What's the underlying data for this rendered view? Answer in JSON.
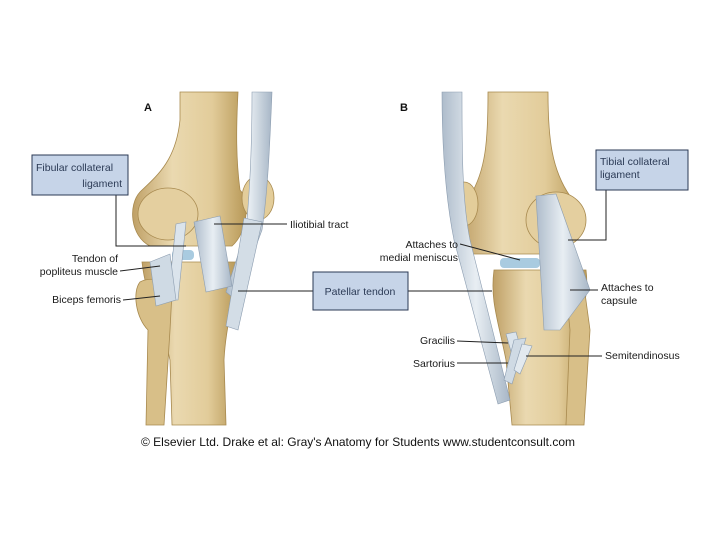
{
  "panels": {
    "a": "A",
    "b": "B"
  },
  "labels": {
    "fibular_collateral_1": "Fibular collateral",
    "fibular_collateral_2": "ligament",
    "tendon_popliteus_1": "Tendon of",
    "tendon_popliteus_2": "popliteus muscle",
    "biceps_femoris": "Biceps femoris",
    "iliotibial_tract": "Iliotibial tract",
    "patellar_tendon": "Patellar tendon",
    "tibial_collateral_1": "Tibial collateral",
    "tibial_collateral_2": "ligament",
    "attaches_meniscus_1": "Attaches to",
    "attaches_meniscus_2": "medial meniscus",
    "attaches_capsule_1": "Attaches to",
    "attaches_capsule_2": "capsule",
    "gracilis": "Gracilis",
    "sartorius": "Sartorius",
    "semitendinosus": "Semitendinosus"
  },
  "credit": "© Elsevier Ltd. Drake et al: Gray's Anatomy for Students www.studentconsult.com",
  "colors": {
    "bone": "#e6d3a8",
    "bone_shadow": "#c9ad72",
    "ligament": "#d8e2ea",
    "cartilage": "#a9cbe0",
    "label_box": "#c6d4e8",
    "label_box_border": "#2b3a55"
  }
}
